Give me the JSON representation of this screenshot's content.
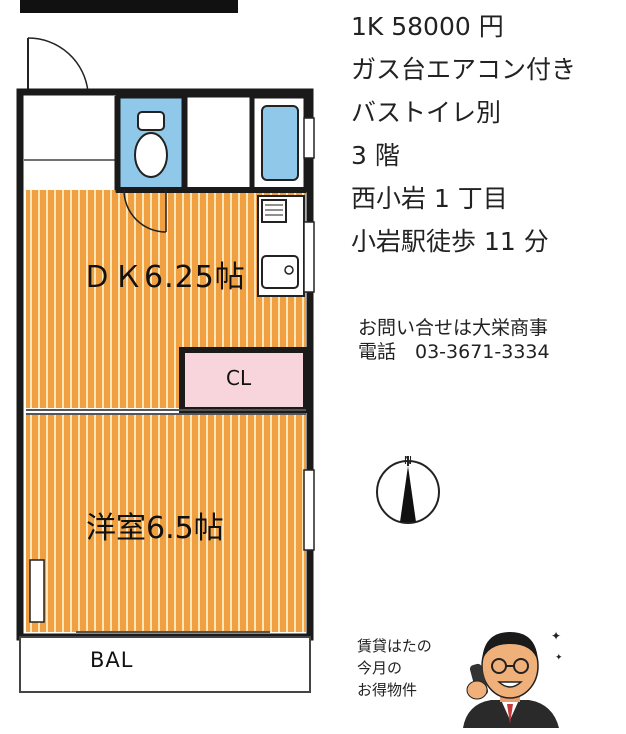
{
  "floor_plan": {
    "rooms": {
      "dk_label": "ＤＫ6.25帖",
      "western_label": "洋室6.5帖",
      "closet_label": "CL",
      "balcony_label": "BAL"
    },
    "colors": {
      "floor_orange": "#f0a040",
      "floor_stripe": "#ffffff",
      "wall": "#1a1a1a",
      "bath_blue": "#8fc8e8",
      "closet_pink": "#f8d4dc"
    }
  },
  "listing": {
    "lines": [
      "1K 58000 円",
      "ガス台エアコン付き",
      "バストイレ別",
      "3 階",
      "西小岩 1 丁目",
      "小岩駅徒歩 11 分"
    ]
  },
  "contact": {
    "company_line": "お問い合せは大栄商事",
    "phone_line": "電話　03-3671-3334"
  },
  "compass": {
    "north_label": "N"
  },
  "promo": {
    "lines": [
      "賃貸はたの",
      "今月の",
      "お得物件"
    ]
  }
}
